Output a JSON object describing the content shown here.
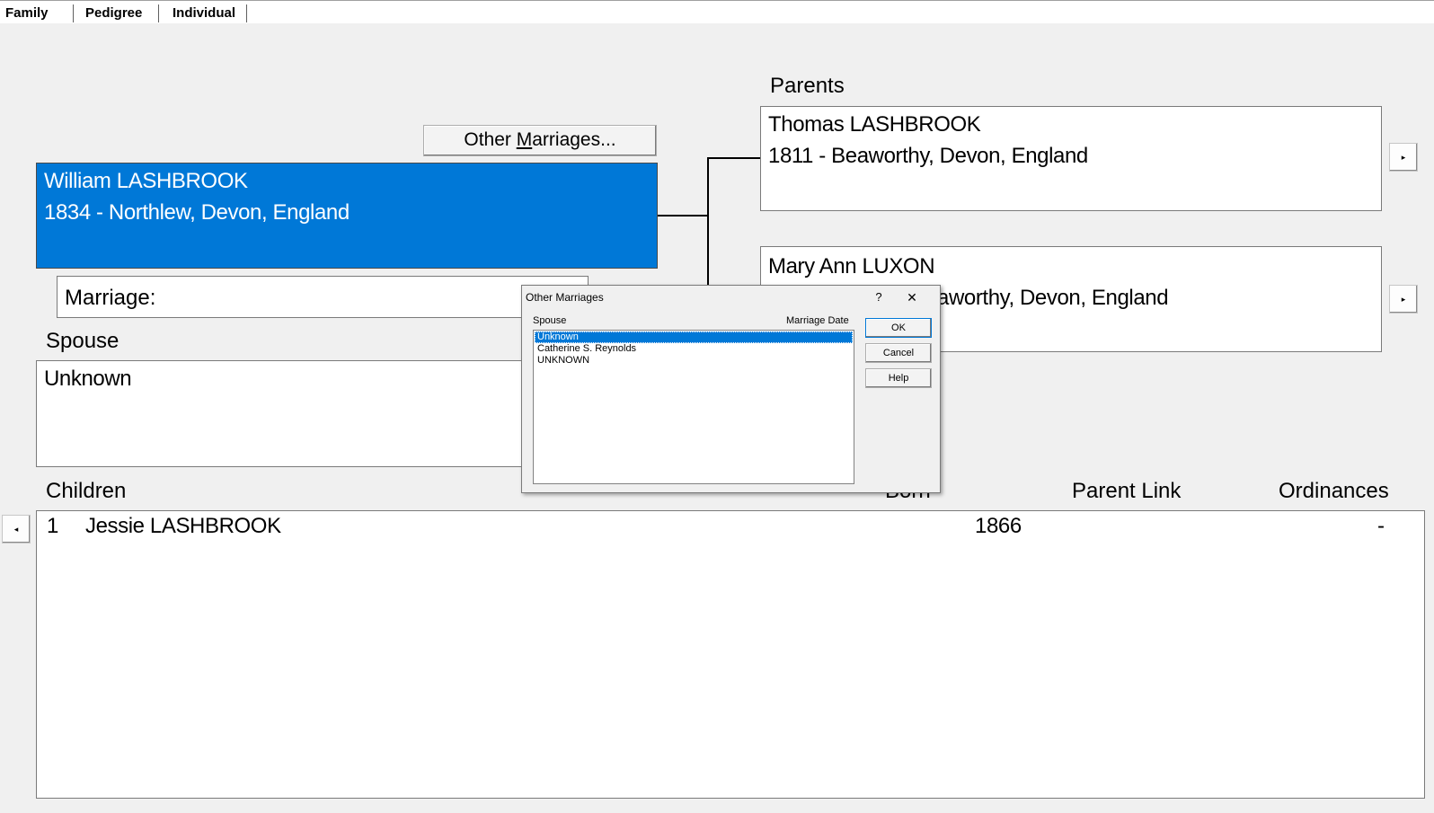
{
  "tabs": [
    "Family",
    "Pedigree",
    "Individual"
  ],
  "colors": {
    "selected": "#0078d7"
  },
  "other_marriages_button": {
    "prefix": "Other ",
    "mnemonic": "M",
    "suffix": "arriages..."
  },
  "selected_person": {
    "name": "William LASHBROOK",
    "detail": "1834 - Northlew, Devon, England"
  },
  "marriage": {
    "label": "Marriage:"
  },
  "spouse": {
    "heading": "Spouse",
    "name": "Unknown"
  },
  "parents": {
    "heading": "Parents",
    "father": {
      "name": "Thomas LASHBROOK",
      "detail": "1811 - Beaworthy, Devon, England"
    },
    "mother": {
      "name": "Mary Ann LUXON",
      "detail_visible": "aworthy, Devon, England"
    }
  },
  "children": {
    "heading": "Children",
    "columns": {
      "born_visible": "Born",
      "parent_link": "Parent Link",
      "ordinances": "Ordinances"
    },
    "rows": [
      {
        "index": "1",
        "name": "Jessie LASHBROOK",
        "born": "1866",
        "ordinances": "-"
      }
    ]
  },
  "nav": {
    "right_icon": "▸",
    "left_icon": "◂"
  },
  "dialog": {
    "title": "Other Marriages",
    "help_glyph": "?",
    "close_glyph": "✕",
    "columns": {
      "spouse": "Spouse",
      "marriage_date": "Marriage Date"
    },
    "items": [
      "Unknown",
      "Catherine S. Reynolds",
      "UNKNOWN"
    ],
    "selected_index": 0,
    "buttons": {
      "ok": "OK",
      "cancel": "Cancel",
      "help": "Help"
    }
  }
}
